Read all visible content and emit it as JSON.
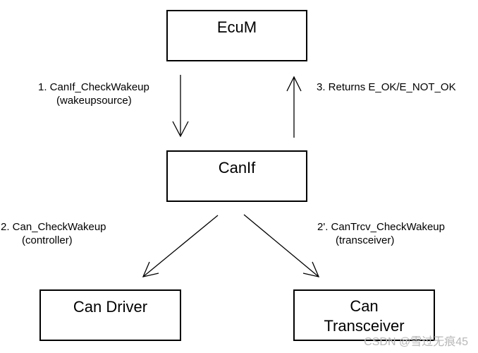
{
  "boxes": {
    "ecum": "EcuM",
    "canif": "CanIf",
    "can_driver": "Can Driver",
    "can_transceiver_line1": "Can",
    "can_transceiver_line2": "Transceiver"
  },
  "arrows": {
    "step1": {
      "line1": "1. CanIf_CheckWakeup",
      "line2": "(wakeupsource)"
    },
    "step3": {
      "line1": "3. Returns E_OK/E_NOT_OK"
    },
    "step2": {
      "line1": "2. Can_CheckWakeup",
      "line2": "(controller)"
    },
    "step2b": {
      "line1": "2'. CanTrcv_CheckWakeup",
      "line2": "(transceiver)"
    }
  },
  "watermark": "CSDN @雪过无痕45"
}
